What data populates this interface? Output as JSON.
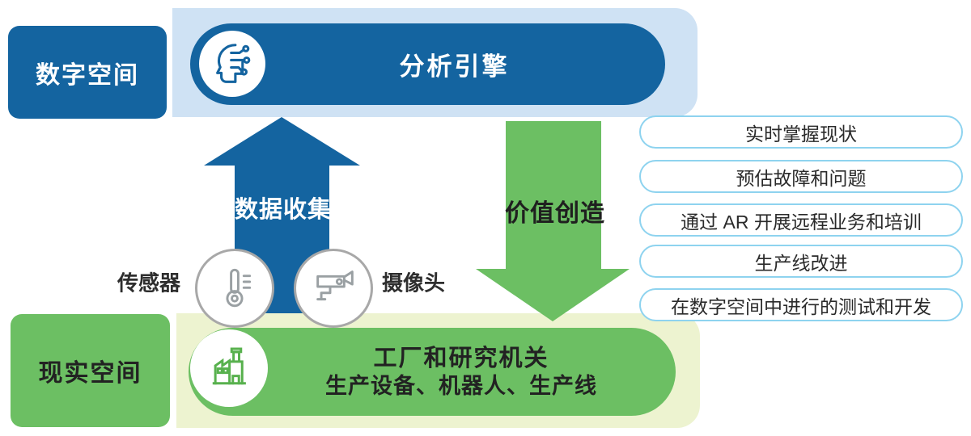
{
  "palette": {
    "blue": "#1464a0",
    "blue_light": "#cfe2f4",
    "green": "#6cbf63",
    "green_light": "#edf3d0",
    "pill_border": "#8ed3ef",
    "text_dark": "#222222",
    "icon_gray": "#9aa0a3",
    "icon_green": "#58b14e"
  },
  "digital_space": {
    "label": "数字空间",
    "engine_label": "分析引擎",
    "engine_icon": "ai-head-icon"
  },
  "real_space": {
    "label": "现实空间",
    "title": "工厂和研究机关",
    "subtitle": "生产设备、机器人、生产线",
    "icon": "factory-icon"
  },
  "arrows": {
    "up_label": "数据收集",
    "down_label": "价值创造"
  },
  "devices": {
    "sensor_label": "传感器",
    "sensor_icon": "thermometer-icon",
    "camera_label": "摄像头",
    "camera_icon": "cctv-camera-icon"
  },
  "benefits": {
    "items": [
      "实时掌握现状",
      "预估故障和问题",
      "通过 AR 开展远程业务和培训",
      "生产线改进",
      "在数字空间中进行的测试和开发"
    ]
  }
}
